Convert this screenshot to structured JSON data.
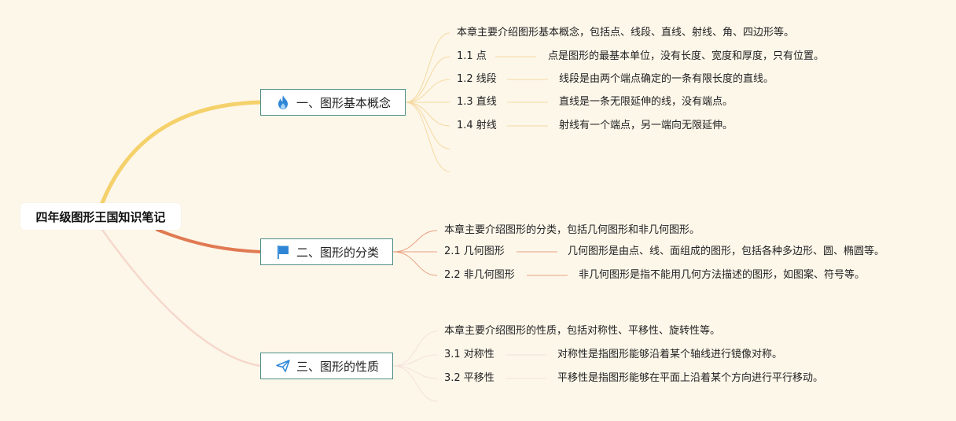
{
  "root": {
    "title": "四年级图形王国知识笔记"
  },
  "branches": [
    {
      "label": "一、图形基本概念",
      "icon": "flame-icon",
      "color": "#f5d16b",
      "intro": "本章主要介绍图形基本概念，包括点、线段、直线、射线、角、四边形等。",
      "items": [
        {
          "label": "1.1 点",
          "desc": "点是图形的最基本单位，没有长度、宽度和厚度，只有位置。"
        },
        {
          "label": "1.2 线段",
          "desc": "线段是由两个端点确定的一条有限长度的直线。"
        },
        {
          "label": "1.3 直线",
          "desc": "直线是一条无限延伸的线，没有端点。"
        },
        {
          "label": "1.4 射线",
          "desc": "射线有一个端点，另一端向无限延伸。"
        }
      ]
    },
    {
      "label": "二、图形的分类",
      "icon": "flag-icon",
      "color": "#e07a52",
      "intro": "本章主要介绍图形的分类，包括几何图形和非几何图形。",
      "items": [
        {
          "label": "2.1 几何图形",
          "desc": "几何图形是由点、线、面组成的图形，包括各种多边形、圆、椭圆等。"
        },
        {
          "label": "2.2 非几何图形",
          "desc": "非几何图形是指不能用几何方法描述的图形，如图案、符号等。"
        }
      ]
    },
    {
      "label": "三、图形的性质",
      "icon": "paper-plane-icon",
      "color": "#f6d8cc",
      "intro": "本章主要介绍图形的性质，包括对称性、平移性、旋转性等。",
      "items": [
        {
          "label": "3.1 对称性",
          "desc": "对称性是指图形能够沿着某个轴线进行镜像对称。"
        },
        {
          "label": "3.2 平移性",
          "desc": "平移性是指图形能够在平面上沿着某个方向进行平行移动。"
        }
      ]
    }
  ]
}
